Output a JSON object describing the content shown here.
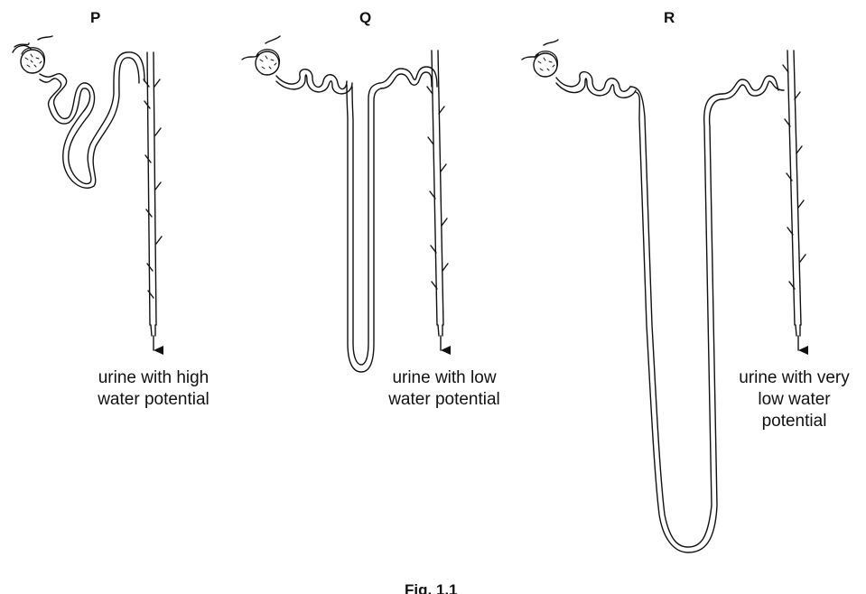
{
  "labels": {
    "P": "P",
    "Q": "Q",
    "R": "R"
  },
  "captions": {
    "P": [
      "urine with high",
      "water potential"
    ],
    "Q": [
      "urine with low",
      "water potential"
    ],
    "R": [
      "urine with very",
      "low water",
      "potential"
    ]
  },
  "figure_caption": "Fig. 1.1"
}
